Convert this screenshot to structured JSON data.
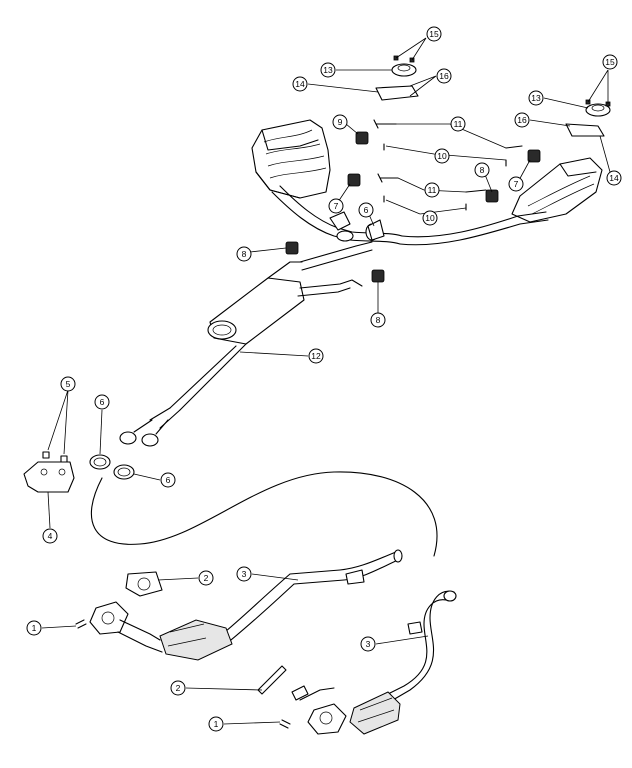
{
  "callouts": {
    "c1a": "1",
    "c1b": "1",
    "c2a": "2",
    "c2b": "2",
    "c3a": "3",
    "c3b": "3",
    "c4": "4",
    "c5": "5",
    "c6a": "6",
    "c6b": "6",
    "c6c": "6",
    "c7a": "7",
    "c7b": "7",
    "c8a": "8",
    "c8b": "8",
    "c8c": "8",
    "c9": "9",
    "c10a": "10",
    "c10b": "10",
    "c11a": "11",
    "c11b": "11",
    "c12": "12",
    "c13a": "13",
    "c13b": "13",
    "c14a": "14",
    "c14b": "14",
    "c15a": "15",
    "c15b": "15",
    "c16a": "16",
    "c16b": "16"
  }
}
